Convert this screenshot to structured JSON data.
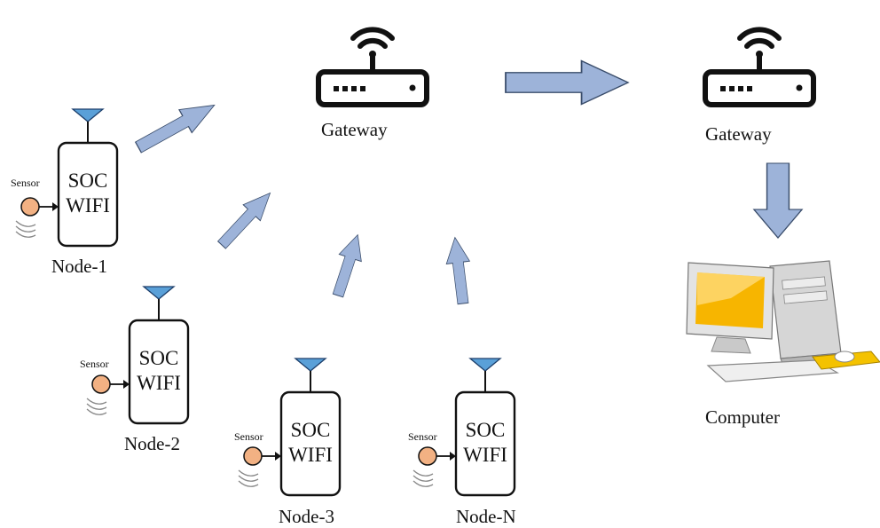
{
  "gateway_left": {
    "label": "Gateway"
  },
  "gateway_right": {
    "label": "Gateway"
  },
  "computer": {
    "label": "Computer"
  },
  "nodes": [
    {
      "label": "Node-1",
      "chip_line1": "SOC",
      "chip_line2": "WIFI",
      "sensor_label": "Sensor"
    },
    {
      "label": "Node-2",
      "chip_line1": "SOC",
      "chip_line2": "WIFI",
      "sensor_label": "Sensor"
    },
    {
      "label": "Node-3",
      "chip_line1": "SOC",
      "chip_line2": "WIFI",
      "sensor_label": "Sensor"
    },
    {
      "label": "Node-N",
      "chip_line1": "SOC",
      "chip_line2": "WIFI",
      "sensor_label": "Sensor"
    }
  ],
  "colors": {
    "arrow_fill": "#9db3d9",
    "arrow_stroke": "#3a4d6b",
    "sensor_fill": "#f2b183",
    "antenna_fill": "#5aa0d8",
    "monitor_screen": "#f7b500",
    "outline": "#111111"
  }
}
